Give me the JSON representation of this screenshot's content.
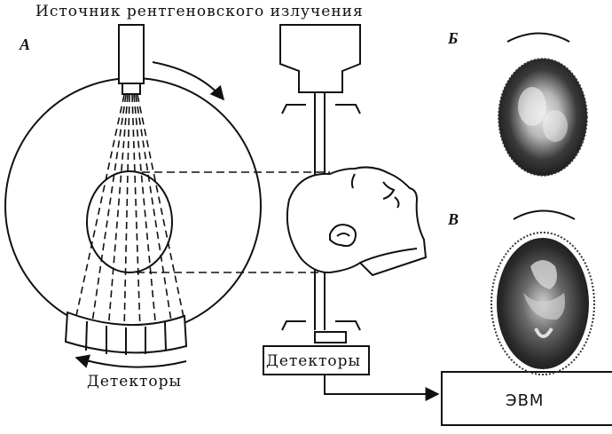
{
  "labels": {
    "source": "Источник рентгеновского излучения",
    "panel_a": "А",
    "panel_b": "Б",
    "panel_v": "В",
    "detectors_bottom": "Детекторы",
    "detectors_box": "Детекторы",
    "computer": "ЭВМ"
  },
  "colors": {
    "ink": "#111111",
    "scan_dark": "#2a2a2a",
    "scan_light": "#dcdcdc"
  }
}
